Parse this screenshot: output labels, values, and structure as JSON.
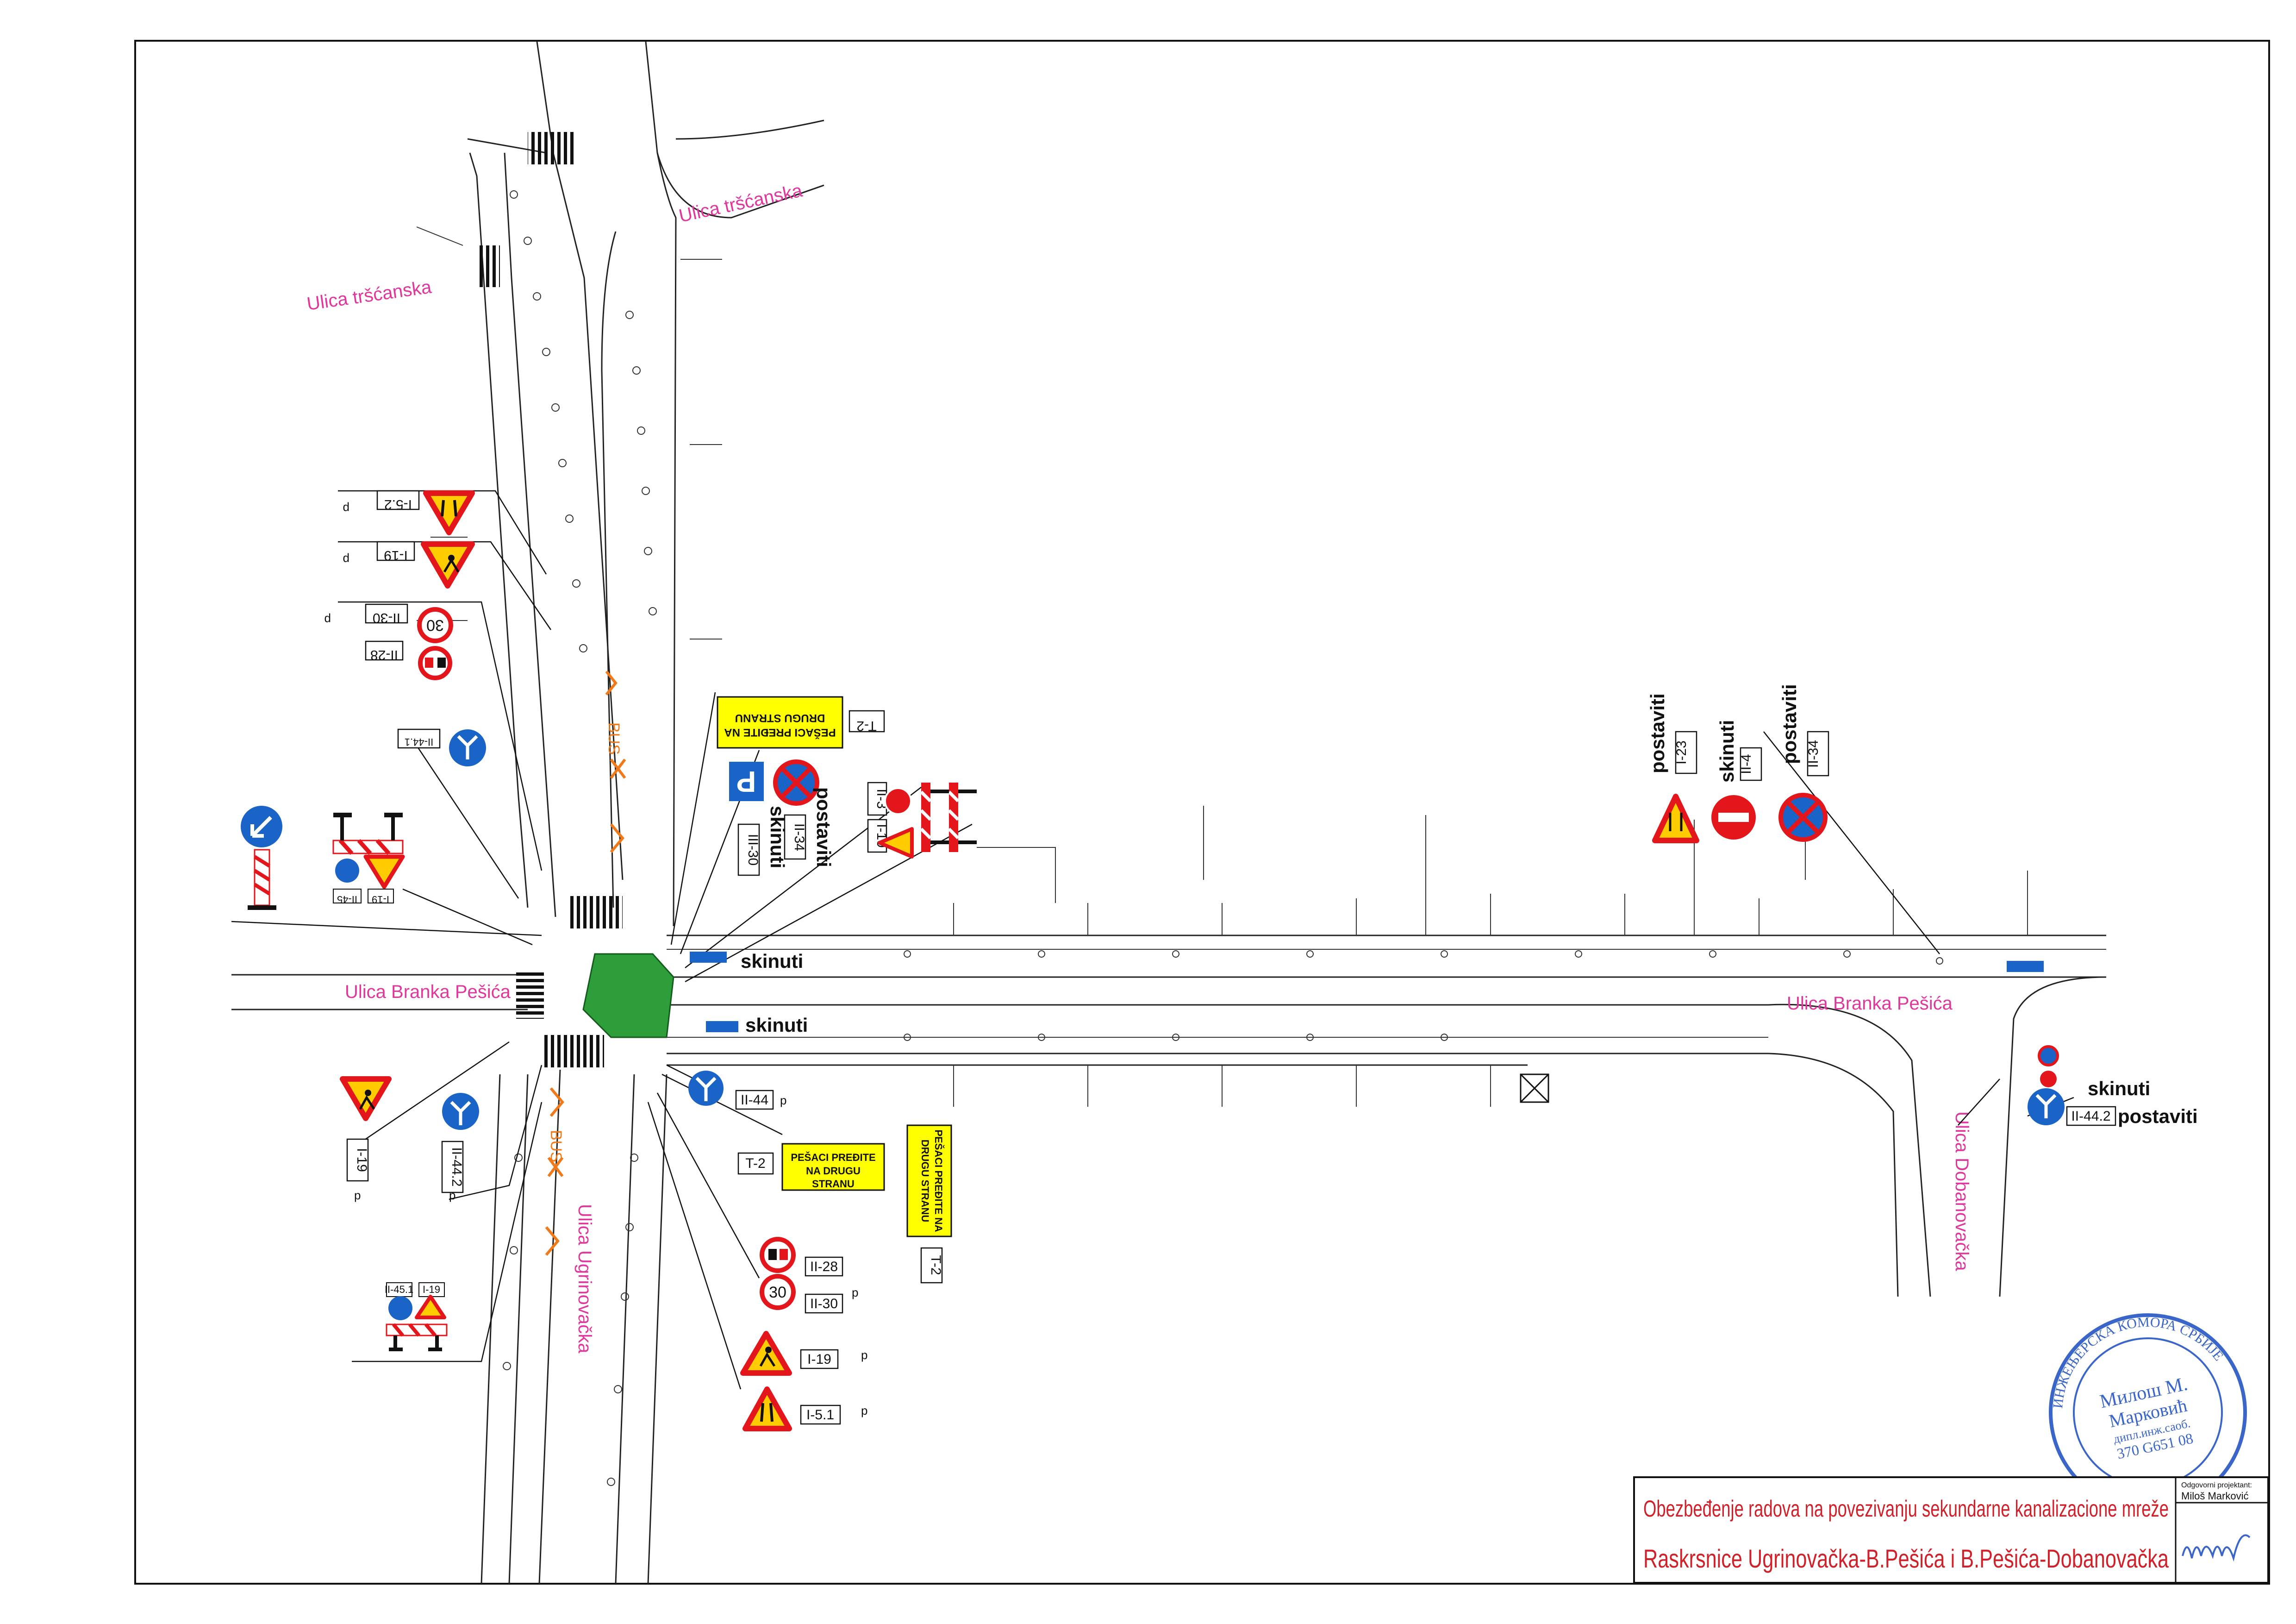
{
  "title_block": {
    "role_label": "Odgovorni projektant:",
    "engineer_name": "Miloš Marković",
    "title_line1": "Obezbeđenje radova na povezivanju sekundarne kanalizacione mreže",
    "title_line2": "Raskrsnice Ugrinovačka-B.Pešića i B.Pešića-Dobanovačka"
  },
  "stamp": {
    "ring_text": "ИНЖЕЊЕРСКА КОМОРА СРБИЈЕ",
    "name_line1": "Милош М.",
    "name_line2": "Марковић",
    "title_line": "дипл.инж.саоб.",
    "license": "370 G651 08"
  },
  "streets": {
    "trscanska_top": "Ulica tršćanska",
    "trscanska_left": "Ulica tršćanska",
    "branka_pesica_left": "Ulica Branka Pešića",
    "branka_pesica_right": "Ulica Branka Pešića",
    "ugrinovacka": "Ulica Ugrinovačka",
    "dobanovacka": "Ulica Dobanovačka"
  },
  "actions": {
    "postaviti": "postaviti",
    "skinuti": "skinuti"
  },
  "sign_codes": {
    "i_5_2": "I-5.2",
    "i_19": "I-19",
    "ii_30": "II-30",
    "ii_28": "II-28",
    "ii_44_1": "II-44.1",
    "ii_45": "II-45",
    "t_2": "T-2",
    "ii_34": "II-34",
    "iii_30": "III-30",
    "ii_3": "II-3",
    "i_23": "I-23",
    "ii_4": "II-4",
    "ii_44": "II-44",
    "ii_44_2": "II-44.2",
    "i_5_1": "I-5.1",
    "ii_45_1": "II-45.1",
    "ii_44_2_right": "II-44.2"
  },
  "p_mark": "p",
  "pedestrian_notice": "PEŠACI PREĐITE NA DRUGU STRANU",
  "speed_value": "30",
  "bus_text": "BUS",
  "colors": {
    "street_label": "#e0379c",
    "title": "#d0202a",
    "stamp": "#3b66c9",
    "work_zone": "#2e9e3a",
    "notice_bg": "#ffff00",
    "sign_red": "#e3161c",
    "sign_blue": "#1a63c7",
    "sign_yellow": "#ffcc00",
    "temporary_marking": "#f07a1a"
  }
}
